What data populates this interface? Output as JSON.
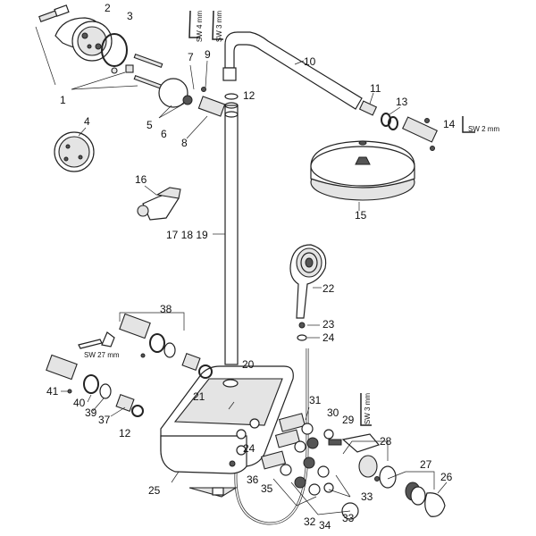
{
  "diagram": {
    "labels": {
      "p1": "1",
      "p2": "2",
      "p3": "3",
      "p4": "4",
      "p5": "5",
      "p6": "6",
      "p7": "7",
      "p8": "8",
      "p9": "9",
      "p10": "10",
      "p11": "11",
      "p12a": "12",
      "p12b": "12",
      "p13": "13",
      "p14": "14",
      "p15": "15",
      "p16": "16",
      "p171819": "17 18 19",
      "p20": "20",
      "p21": "21",
      "p22": "22",
      "p23": "23",
      "p24a": "24",
      "p24b": "24",
      "p25": "25",
      "p26": "26",
      "p27": "27",
      "p28": "28",
      "p29": "29",
      "p30": "30",
      "p31": "31",
      "p32": "32",
      "p33a": "33",
      "p33b": "33",
      "p34": "34",
      "p35": "35",
      "p36": "36",
      "p37": "37",
      "p38": "38",
      "p39": "39",
      "p40": "40",
      "p41": "41"
    },
    "tools": {
      "sw4": "SW 4 mm",
      "sw3a": "SW 3 mm",
      "sw2": "SW 2 mm",
      "sw27": "SW 27 mm",
      "sw3b": "SW 3 mm"
    }
  }
}
